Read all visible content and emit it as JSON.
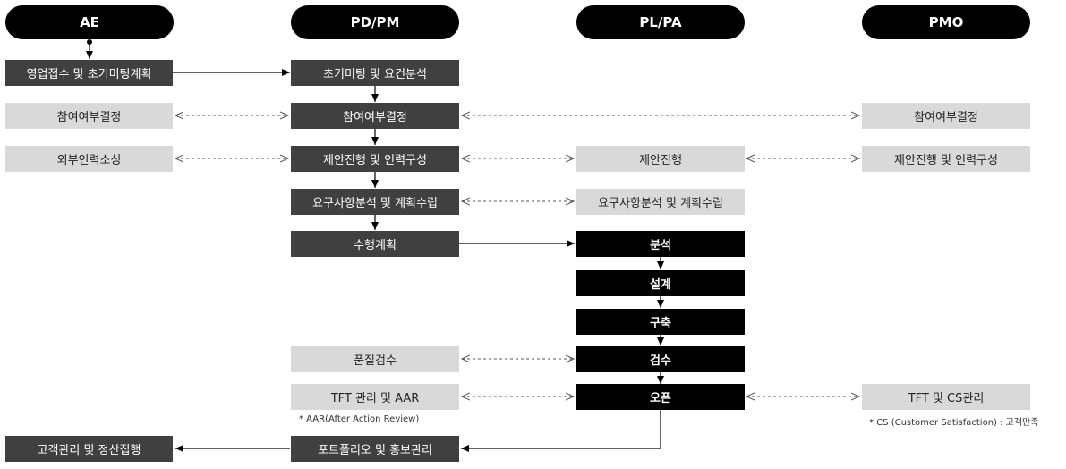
{
  "headers": {
    "ae": "AE",
    "pd": "PD/PM",
    "pl": "PL/PA",
    "pmo": "PMO"
  },
  "ae": {
    "sales": "영업접수 및 초기미팅계획",
    "decision": "참여여부결정",
    "outsourcing": "외부인력소싱",
    "customer": "고객관리 및 정산집행"
  },
  "pd": {
    "meeting": "초기미팅 및 요건분석",
    "decision": "참여여부결정",
    "proposal": "제안진행 및 인력구성",
    "requirements": "요구사항분석 및 계획수립",
    "execution": "수행계획",
    "quality": "품질검수",
    "tft": "TFT 관리 및 AAR",
    "portfolio": "포트폴리오 및 홍보관리",
    "aar_note": "* AAR(After Action Review)"
  },
  "pl": {
    "proposal": "제안진행",
    "requirements": "요구사항분석 및 계획수립",
    "analysis": "분석",
    "design": "설계",
    "build": "구축",
    "inspection": "검수",
    "open": "오픈"
  },
  "pmo": {
    "decision": "참여여부결정",
    "proposal": "제안진행 및 인력구성",
    "tft": "TFT 및 CS관리",
    "cs_note": "* CS (Customer Satisfaction) : 고객만족"
  },
  "colors": {
    "header": "#000000",
    "dark_box": "#404040",
    "light_box": "#d9d9d9",
    "black_box": "#000000"
  }
}
